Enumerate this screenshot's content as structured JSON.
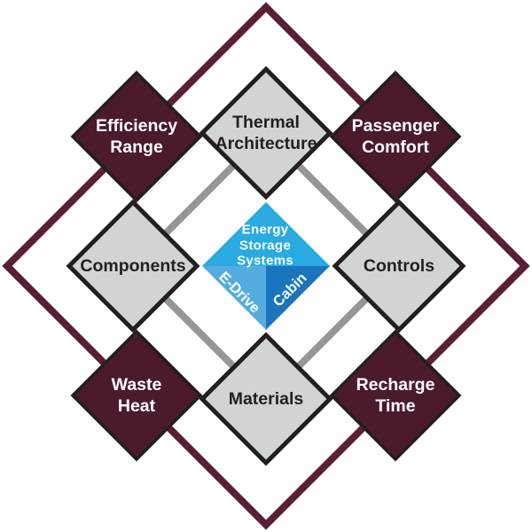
{
  "diagram": {
    "title": "Energy Storage Systems thermal design diamond diagram",
    "center": {
      "line1": "Energy",
      "line2": "Storage",
      "line3": "Systems",
      "left_label": "E-Drive",
      "right_label": "Cabin"
    },
    "inner_nodes": {
      "thermal_architecture": {
        "line1": "Thermal",
        "line2": "Architecture"
      },
      "components": {
        "label": "Components"
      },
      "controls": {
        "label": "Controls"
      },
      "materials": {
        "label": "Materials"
      }
    },
    "outer_nodes": {
      "efficiency_range": {
        "line1": "Efficiency",
        "line2": "Range"
      },
      "passenger_comfort": {
        "line1": "Passenger",
        "line2": "Comfort"
      },
      "waste_heat": {
        "line1": "Waste",
        "line2": "Heat"
      },
      "recharge_time": {
        "line1": "Recharge",
        "line2": "Time"
      }
    },
    "colors": {
      "background": "#FFFFFF",
      "outer_ring_stroke": "#5A1F36",
      "corner_fill": "#4B1A2D",
      "corner_stroke": "#231F20",
      "inner_fill": "#D2D3D5",
      "inner_stroke": "#231F20",
      "connector": "#949699",
      "center_top": "#29ABE2",
      "center_left": "#55ACDF",
      "center_right": "#1B75BC",
      "text_light": "#FFFFFF",
      "text_dark": "#231F20"
    }
  }
}
